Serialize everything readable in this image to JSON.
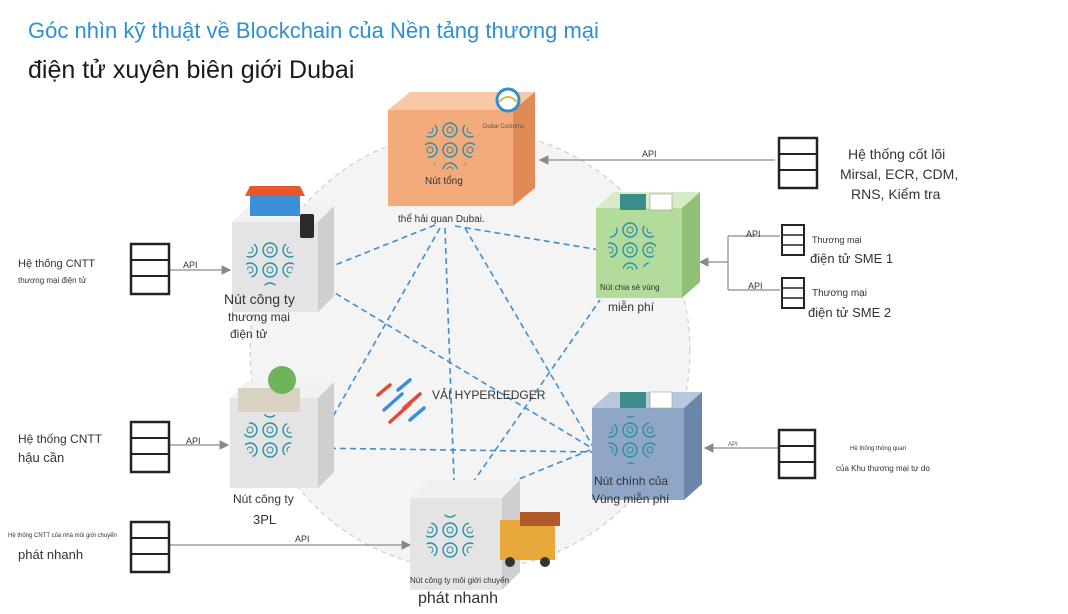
{
  "title": {
    "line1": "Góc nhìn kỹ thuật về Blockchain của Nền tảng thương mại",
    "line2": "điện tử xuyên biên giới Dubai"
  },
  "center_label": "VẢI HYPERLEDGER",
  "nodes": {
    "customs": {
      "label": "Nút tổng",
      "sublabel": "thể hải quan Dubai.",
      "logo": "Dubai Customs"
    },
    "ecommerce": {
      "line1": "Nút công ty",
      "line2": "thương mại",
      "line3": "điện tử"
    },
    "freezone_share": {
      "line1": "Nút chia sẻ vùng",
      "line2": "miễn phí"
    },
    "logistics": {
      "line1": "Nút công ty",
      "line2": "3PL"
    },
    "freezone_main": {
      "line1": "Nút chính của",
      "line2": "Vùng miễn phí"
    },
    "courier": {
      "line1": "Nút công ty môi giới chuyển",
      "line2": "phát nhanh"
    }
  },
  "external": {
    "core": {
      "line1": "Hệ thống cốt lõi",
      "line2": "Mirsal, ECR, CDM,",
      "line3": "RNS, Kiểm tra"
    },
    "sme1": {
      "line1": "Thương mại",
      "line2": "điện tử SME 1"
    },
    "sme2": {
      "line1": "Thương mại",
      "line2": "điện tử SME 2"
    },
    "it_ecommerce": {
      "line1": "Hệ thống CNTT",
      "line2": "thương mại điện tử"
    },
    "it_logistics": {
      "line1": "Hệ thống CNTT",
      "line2": "hậu cần"
    },
    "it_courier": {
      "line1": "Hệ thống CNTT của nhà môi giới chuyển",
      "line2": "phát nhanh"
    },
    "freezone_system": {
      "line1": "Hệ thống thông quan",
      "line2": "của Khu thương mại tự do"
    }
  },
  "api_labels": [
    "API",
    "API",
    "API",
    "API",
    "API",
    "API",
    "API"
  ],
  "colors": {
    "title_blue": "#2f8fd0",
    "orange_cube": "#f3ab7c",
    "green_cube": "#b3dc9c",
    "blue_cube": "#8fa6c6",
    "gray_cube": "#e4e4e4",
    "dashed_line": "#3f8fd2"
  }
}
